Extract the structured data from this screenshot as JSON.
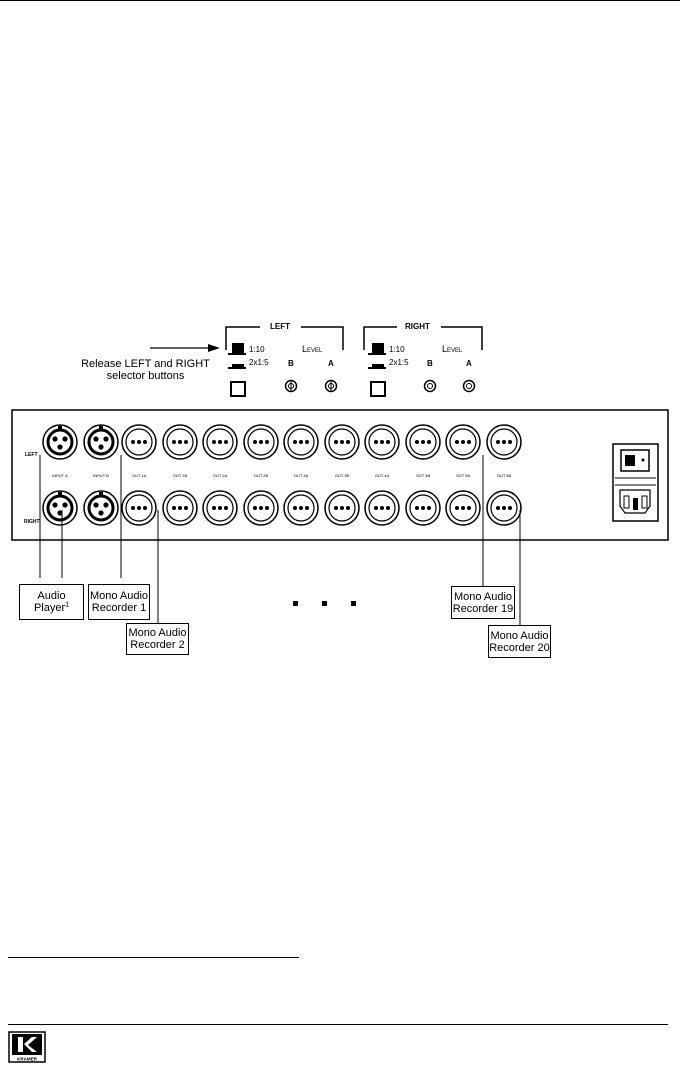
{
  "callout_text": [
    "Release LEFT and RIGHT",
    "selector buttons"
  ],
  "left_group": {
    "title": "LEFT",
    "mode_1": "1:10",
    "mode_2": "2x1:5",
    "level": "Level",
    "level_b": "B",
    "level_a": "A"
  },
  "right_group": {
    "title": "RIGHT",
    "mode_1": "1:10",
    "mode_2": "2x1:5",
    "level": "Level",
    "level_b": "B",
    "level_a": "A"
  },
  "row_labels": {
    "left": "LEFT",
    "right": "RIGHT"
  },
  "connector_labels": [
    "INPUT A",
    "INPUT B",
    "OUT 1A",
    "OUT 1B",
    "OUT 2A",
    "OUT 2B",
    "OUT 3A",
    "OUT 3B",
    "OUT 4A",
    "OUT 4B",
    "OUT 5A",
    "OUT 5B"
  ],
  "boxes": {
    "audio_player": [
      "Audio",
      "Player"
    ],
    "audio_player_footnote": "1",
    "recorder_1": [
      "Mono Audio",
      "Recorder 1"
    ],
    "recorder_2": [
      "Mono Audio",
      "Recorder 2"
    ],
    "recorder_19": [
      "Mono Audio",
      "Recorder 19"
    ],
    "recorder_20": [
      "Mono Audio",
      "Recorder 20"
    ]
  },
  "logo_text": "KRAMER"
}
